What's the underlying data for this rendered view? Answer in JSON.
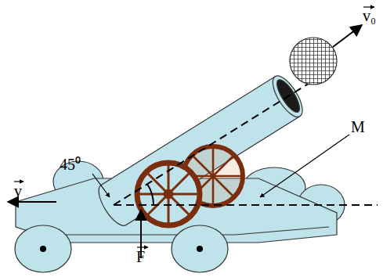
{
  "diagram": {
    "labels": [
      "v₀",
      "v",
      "M",
      "45⁰",
      "F"
    ]
  }
}
